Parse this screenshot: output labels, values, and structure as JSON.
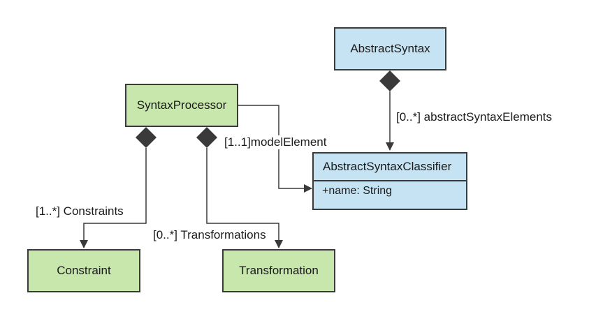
{
  "nodes": {
    "abstract_syntax": "AbstractSyntax",
    "syntax_processor": "SyntaxProcessor",
    "abstract_syntax_classifier": {
      "name": "AbstractSyntaxClassifier",
      "attribute": "+name: String"
    },
    "constraint": "Constraint",
    "transformation": "Transformation"
  },
  "edges": {
    "abstract_syntax_elements": "[0..*] abstractSyntaxElements",
    "model_element": "[1..1]modelElement",
    "constraints": "[1..*] Constraints",
    "transformations": "[0..*] Transformations"
  },
  "colors": {
    "green_fill": "#c7e7ac",
    "blue_fill": "#c5e3f3",
    "stroke": "#3a3a3a"
  }
}
